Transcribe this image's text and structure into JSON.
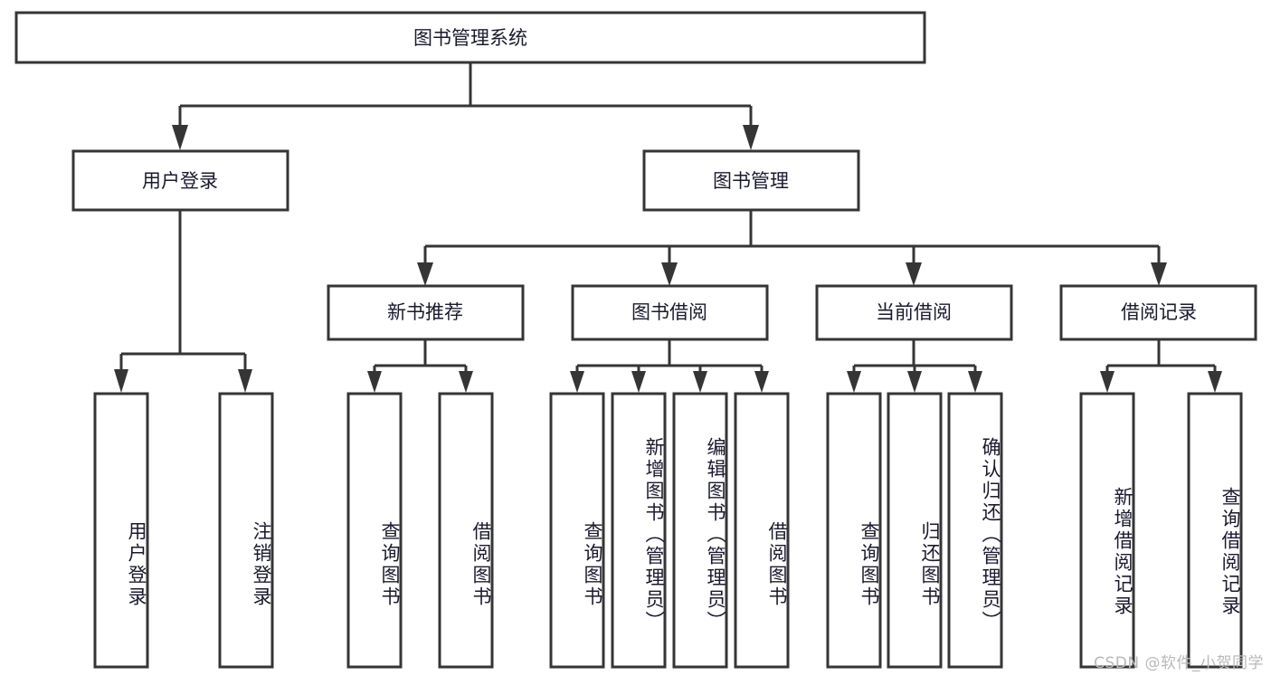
{
  "diagram": {
    "type": "tree",
    "title": "图书管理系统",
    "root": {
      "id": "root",
      "label": "图书管理系统",
      "orientation": "horizontal"
    },
    "level1": [
      {
        "id": "user-login",
        "label": "用户登录",
        "orientation": "horizontal"
      },
      {
        "id": "book-manage",
        "label": "图书管理",
        "orientation": "horizontal"
      }
    ],
    "level2": [
      {
        "id": "new-book-recommend",
        "label": "新书推荐",
        "parent": "book-manage",
        "orientation": "horizontal"
      },
      {
        "id": "book-borrow",
        "label": "图书借阅",
        "parent": "book-manage",
        "orientation": "horizontal"
      },
      {
        "id": "current-borrow",
        "label": "当前借阅",
        "parent": "book-manage",
        "orientation": "horizontal"
      },
      {
        "id": "borrow-record",
        "label": "借阅记录",
        "parent": "book-manage",
        "orientation": "horizontal"
      }
    ],
    "leaves": [
      {
        "id": "leaf-user-login",
        "label": "用户登录",
        "parent": "user-login",
        "orientation": "vertical"
      },
      {
        "id": "leaf-logout",
        "label": "注销登录",
        "parent": "user-login",
        "orientation": "vertical"
      },
      {
        "id": "leaf-query-book-1",
        "label": "查询图书",
        "parent": "new-book-recommend",
        "orientation": "vertical"
      },
      {
        "id": "leaf-borrow-book-1",
        "label": "借阅图书",
        "parent": "new-book-recommend",
        "orientation": "vertical"
      },
      {
        "id": "leaf-query-book-2",
        "label": "查询图书",
        "parent": "book-borrow",
        "orientation": "vertical"
      },
      {
        "id": "leaf-add-book",
        "label": "新增图书（管理员）",
        "parent": "book-borrow",
        "orientation": "vertical"
      },
      {
        "id": "leaf-edit-book",
        "label": "编辑图书（管理员）",
        "parent": "book-borrow",
        "orientation": "vertical"
      },
      {
        "id": "leaf-borrow-book-2",
        "label": "借阅图书",
        "parent": "book-borrow",
        "orientation": "vertical"
      },
      {
        "id": "leaf-query-book-3",
        "label": "查询图书",
        "parent": "current-borrow",
        "orientation": "vertical"
      },
      {
        "id": "leaf-return-book",
        "label": "归还图书",
        "parent": "current-borrow",
        "orientation": "vertical"
      },
      {
        "id": "leaf-confirm-return",
        "label": "确认归还（管理员）",
        "parent": "current-borrow",
        "orientation": "vertical"
      },
      {
        "id": "leaf-add-record",
        "label": "新增借阅记录",
        "parent": "borrow-record",
        "orientation": "vertical"
      },
      {
        "id": "leaf-query-record",
        "label": "查询借阅记录",
        "parent": "borrow-record",
        "orientation": "vertical"
      }
    ],
    "colors": {
      "stroke": "#353535",
      "box_fill": "#ffffff",
      "text": "#1a1a2e",
      "watermark": "#b9b9b9",
      "background": "#ffffff"
    }
  },
  "watermark": {
    "text": "CSDN @软件_小贺同学"
  }
}
